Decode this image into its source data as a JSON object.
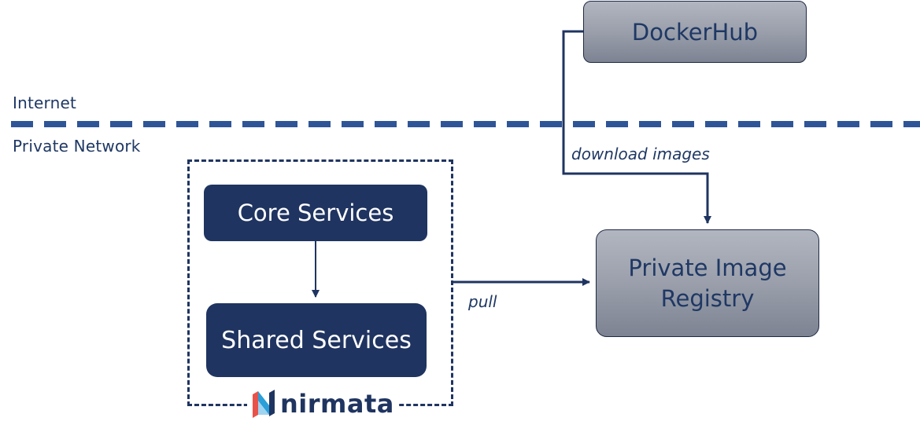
{
  "zones": {
    "internet": "Internet",
    "private": "Private Network"
  },
  "nodes": {
    "dockerhub": "DockerHub",
    "registry_line1": "Private Image",
    "registry_line2": "Registry",
    "core": "Core Services",
    "shared": "Shared Services"
  },
  "edges": {
    "download": "download images",
    "pull": "pull"
  },
  "logo": {
    "text": "nirmata"
  },
  "colors": {
    "navy": "#1f3460",
    "divider_blue": "#2f5597",
    "label_text": "#1f3864",
    "logo_red": "#e8524a",
    "logo_blue": "#2a9fd8"
  }
}
